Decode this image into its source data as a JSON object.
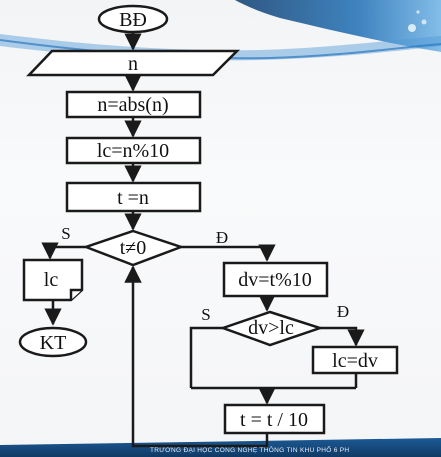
{
  "flowchart": {
    "start": "BĐ",
    "input": "n",
    "abs": "n=abs(n)",
    "last_digit": "lc=n%10",
    "copy": "t =n",
    "loop_condition": "t≠0",
    "loop_false": "S",
    "loop_true": "Đ",
    "output": "lc",
    "end": "KT",
    "unit_digit": "dv=t%10",
    "compare_condition": "dv>lc",
    "compare_false": "S",
    "compare_true": "Đ",
    "assign_max": "lc=dv",
    "divide": "t = t / 10"
  },
  "footer": {
    "text": "TRƯỜNG ĐẠI HỌC CÔNG NGHỆ THÔNG TIN  KHU PHỐ 6  PH"
  },
  "colors": {
    "accent": "#1f5f9e",
    "footer_bar": "#1c4f86",
    "stroke": "#1a1a1a"
  }
}
